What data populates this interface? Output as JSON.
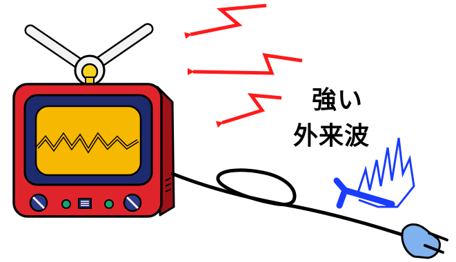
{
  "label": {
    "line1": "強い",
    "line2": "外来波"
  },
  "colors": {
    "tv_body": "#e0242c",
    "tv_body_dark": "#9e1218",
    "screen_frame": "#1e2a6e",
    "screen_fill": "#f6b800",
    "antenna": "#f3f3f3",
    "antenna_knob": "#f7d21e",
    "knob": "#2c3a8a",
    "led": "#1aa36f",
    "cable": "#000000",
    "plug": "#7fb2ef",
    "red_waves": "#ff1a1a",
    "blue_waves": "#1a3cff"
  },
  "icons": {
    "tv": "television-icon",
    "plug": "power-plug-icon",
    "red_waves": "radio-wave-arrows",
    "blue_waves": "noise-wave-arrow"
  }
}
